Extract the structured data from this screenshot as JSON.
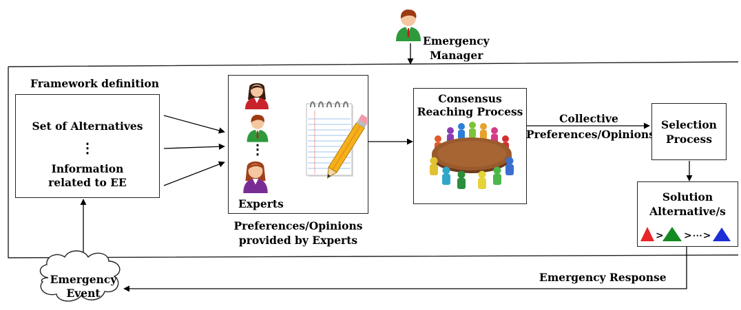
{
  "manager": {
    "line1": "Emergency",
    "line2": "Manager"
  },
  "framework": {
    "title": "Framework definition",
    "alternatives": "Set of Alternatives",
    "dots": "⋮",
    "info_line1": "Information",
    "info_line2": "related to EE"
  },
  "experts": {
    "label": "Experts",
    "caption_line1": "Preferences/Opinions",
    "caption_line2": "provided by Experts"
  },
  "consensus": {
    "line1": "Consensus",
    "line2": "Reaching Process"
  },
  "collective": {
    "line1": "Collective",
    "line2": "Preferences/Opinions"
  },
  "selection": {
    "line1": "Selection",
    "line2": "Process"
  },
  "solution": {
    "line1": "Solution",
    "line2": "Alternative/s"
  },
  "ranking": {
    "sep1": ">",
    "sep2": ">⋯>"
  },
  "response": "Emergency Response",
  "event": {
    "line1": "Emergency",
    "line2": "Event"
  },
  "colors": {
    "red": "#e8262a",
    "green": "#138a1f",
    "blue": "#1c2fd6",
    "manager_green": "#2e9a3c"
  }
}
